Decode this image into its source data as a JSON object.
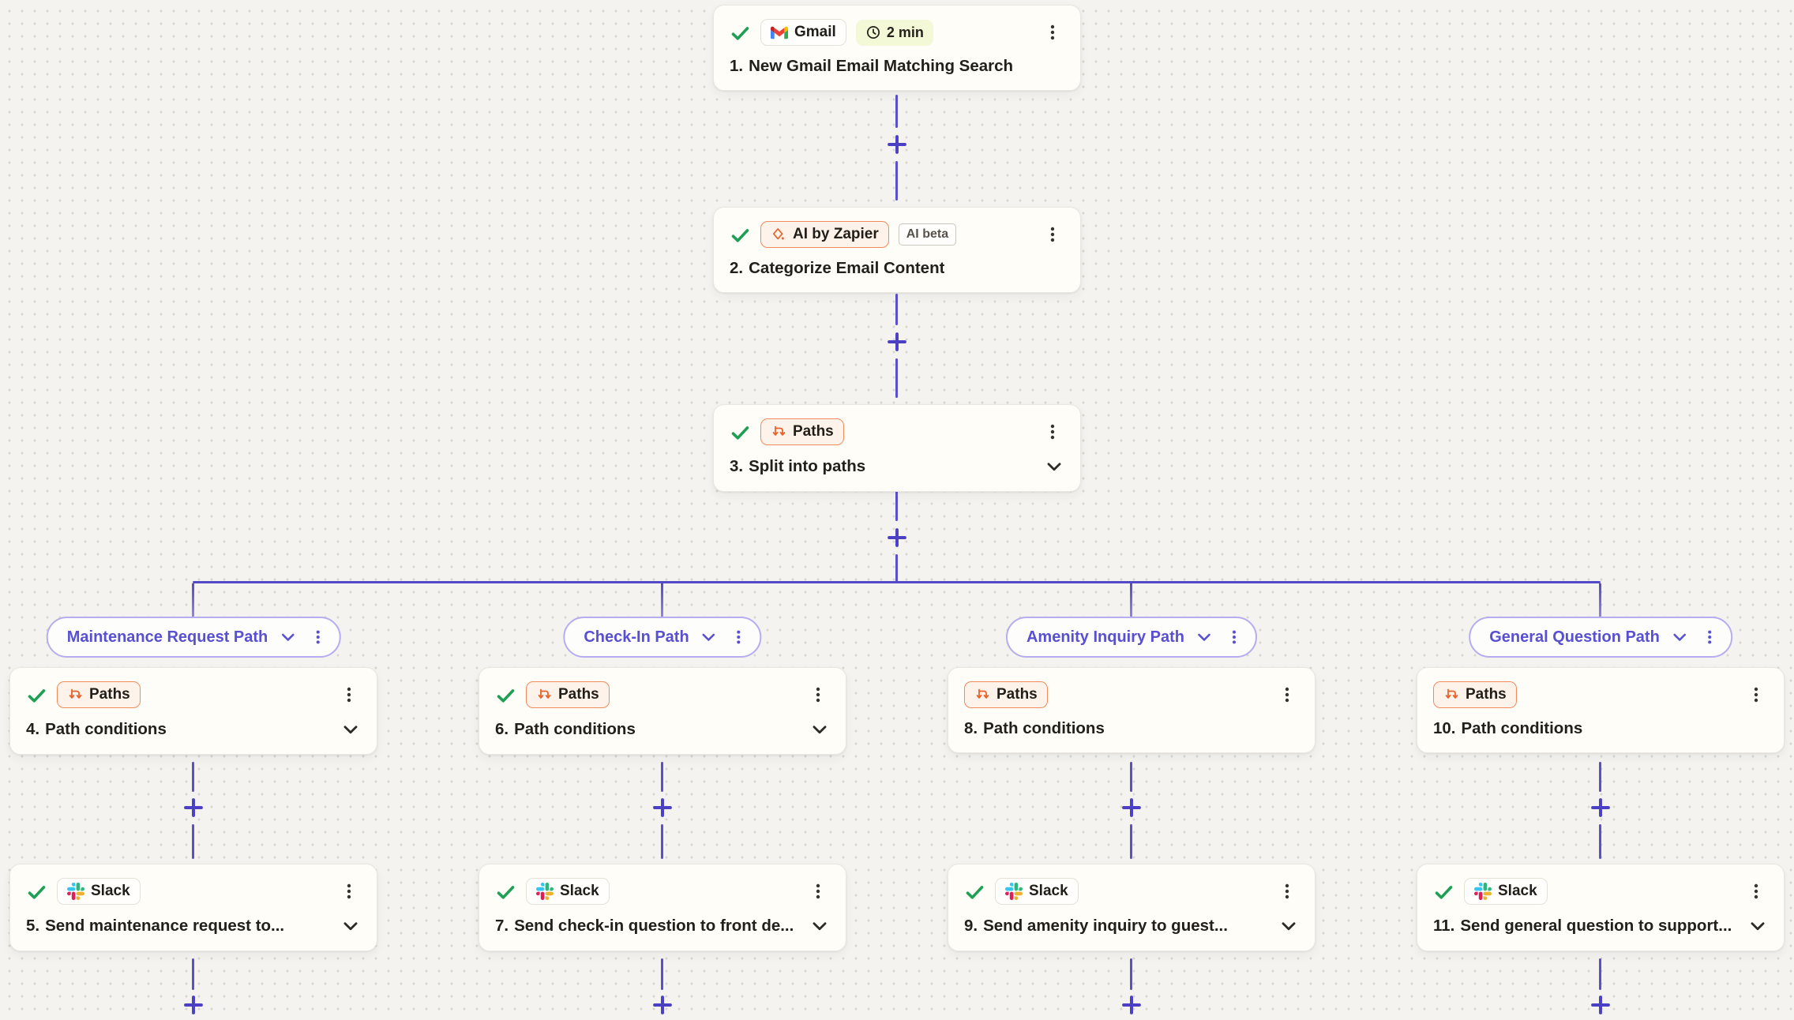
{
  "colors": {
    "canvas_bg": "#f4f3ef",
    "card_bg": "#fffdf8",
    "connector_purple": "#5a50cb",
    "path_pill_purple": "#584fd2",
    "orange_accent": "#e8632c",
    "check_green": "#1f9f55",
    "timer_badge_bg": "#f3f8d7"
  },
  "icons": {
    "gmail": "gmail-icon",
    "slack": "slack-icon",
    "ai_by_zapier": "sparkle-icon",
    "paths": "split-arrows-icon",
    "timer": "clock-icon",
    "completed": "check-icon",
    "menu": "kebab-menu-icon",
    "expand": "chevron-down-icon",
    "add_step": "plus-icon"
  },
  "steps": {
    "trigger": {
      "step_number": "1.",
      "title": "New Gmail Email Matching Search",
      "app": "Gmail",
      "timer_badge": "2 min"
    },
    "categorize": {
      "step_number": "2.",
      "title": "Categorize Email Content",
      "app": "AI by Zapier",
      "beta_badge": "AI beta"
    },
    "split": {
      "step_number": "3.",
      "title": "Split into paths",
      "app": "Paths"
    }
  },
  "branches": [
    {
      "label": "Maintenance Request Path",
      "condition": {
        "step_number": "4.",
        "title": "Path conditions",
        "app": "Paths"
      },
      "action": {
        "step_number": "5.",
        "title": "Send maintenance request to...",
        "app": "Slack"
      }
    },
    {
      "label": "Check-In Path",
      "condition": {
        "step_number": "6.",
        "title": "Path conditions",
        "app": "Paths"
      },
      "action": {
        "step_number": "7.",
        "title": "Send check-in question to front de...",
        "app": "Slack"
      }
    },
    {
      "label": "Amenity Inquiry Path",
      "condition": {
        "step_number": "8.",
        "title": "Path conditions",
        "app": "Paths"
      },
      "action": {
        "step_number": "9.",
        "title": "Send amenity inquiry to guest...",
        "app": "Slack"
      }
    },
    {
      "label": "General Question Path",
      "condition": {
        "step_number": "10.",
        "title": "Path conditions",
        "app": "Paths"
      },
      "action": {
        "step_number": "11.",
        "title": "Send general question to support...",
        "app": "Slack"
      }
    }
  ]
}
